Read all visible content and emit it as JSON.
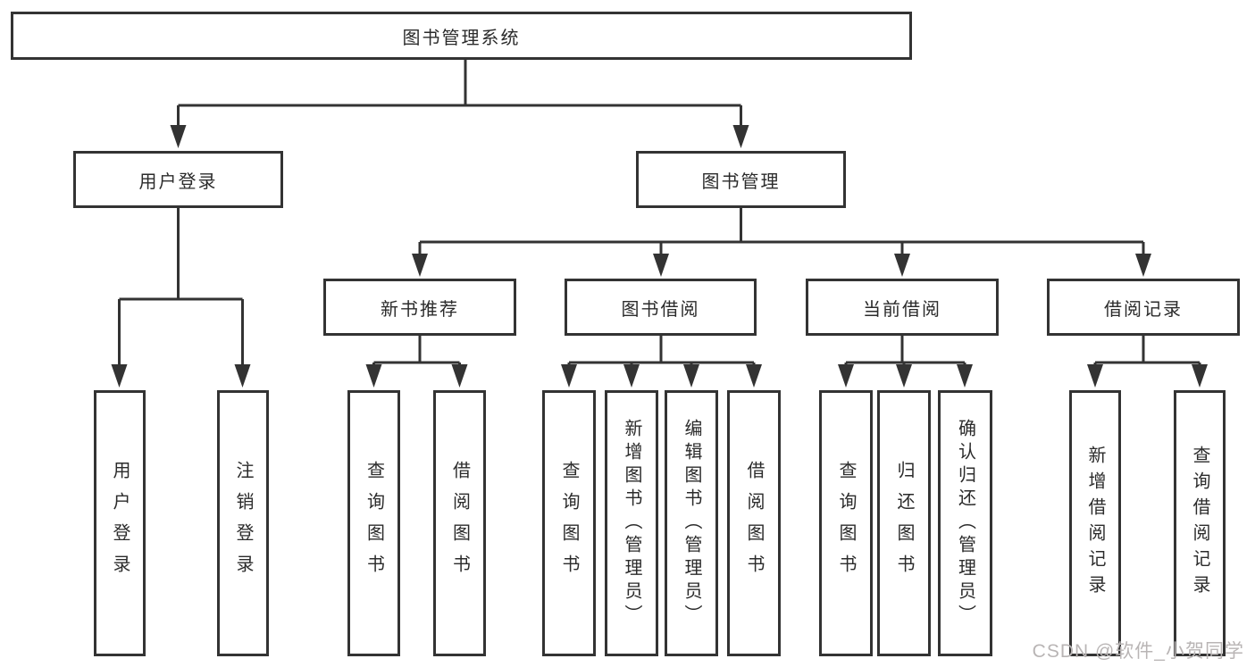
{
  "tree": {
    "label": "图书管理系统",
    "children": [
      {
        "label": "用户登录",
        "children": [
          {
            "label": "用户登录"
          },
          {
            "label": "注销登录"
          }
        ]
      },
      {
        "label": "图书管理",
        "children": [
          {
            "label": "新书推荐",
            "children": [
              {
                "label": "查询图书"
              },
              {
                "label": "借阅图书"
              }
            ]
          },
          {
            "label": "图书借阅",
            "children": [
              {
                "label": "查询图书"
              },
              {
                "label": "新增图书（管理员）"
              },
              {
                "label": "编辑图书（管理员）"
              },
              {
                "label": "借阅图书"
              }
            ]
          },
          {
            "label": "当前借阅",
            "children": [
              {
                "label": "查询图书"
              },
              {
                "label": "归还图书"
              },
              {
                "label": "确认归还（管理员）"
              }
            ]
          },
          {
            "label": "借阅记录",
            "children": [
              {
                "label": "新增借阅记录"
              },
              {
                "label": "查询借阅记录"
              }
            ]
          }
        ]
      }
    ]
  },
  "watermark": {
    "text": "CSDN @软件_小贺同学"
  },
  "colors": {
    "line": "#333333",
    "text": "#2b2b2b",
    "watermark": "#b9b5b5",
    "background": "#ffffff"
  }
}
